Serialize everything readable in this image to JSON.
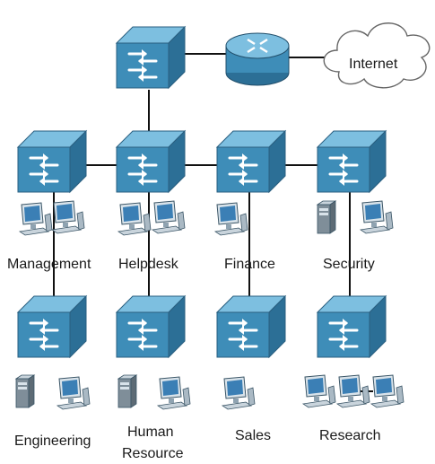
{
  "diagram": {
    "internet_label": "Internet",
    "department_labels": {
      "management": "Management",
      "helpdesk": "Helpdesk",
      "finance": "Finance",
      "security": "Security",
      "engineering": "Engineering",
      "human_resource_line1": "Human",
      "human_resource_line2": "Resource",
      "sales": "Sales",
      "research": "Research"
    },
    "colors": {
      "switch_top": "#6fb3d4",
      "switch_front": "#3e8db8",
      "switch_side": "#2c6f96",
      "router": "#4b9cc7",
      "link": "#111111",
      "cloud_stroke": "#666666",
      "pc": "#3b7fb5"
    },
    "icons": [
      "switch-icon",
      "router-icon",
      "cloud-icon",
      "workstation-icon",
      "server-tower-icon"
    ]
  }
}
